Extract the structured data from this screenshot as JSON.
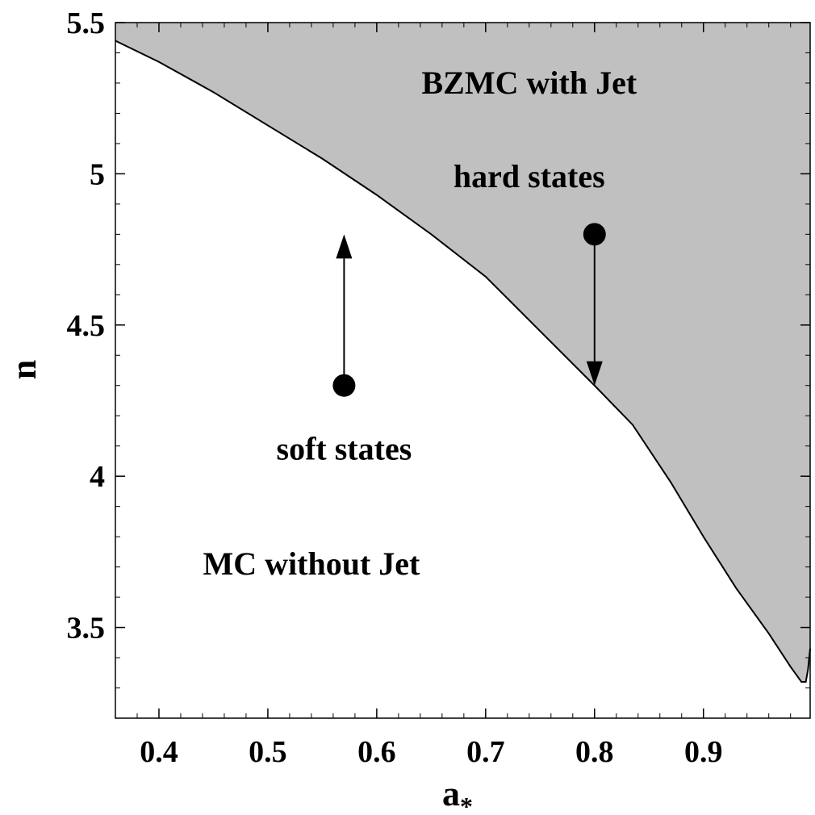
{
  "chart_data": {
    "type": "area",
    "xlabel_main": "a",
    "xlabel_sub": "*",
    "ylabel": "n",
    "xlim": [
      0.36,
      0.998
    ],
    "ylim": [
      3.2,
      5.5
    ],
    "x_ticks": [
      0.4,
      0.5,
      0.6,
      0.7,
      0.8,
      0.9
    ],
    "x_tick_labels": [
      "0.4",
      "0.5",
      "0.6",
      "0.7",
      "0.8",
      "0.9"
    ],
    "y_ticks": [
      3.5,
      4.0,
      4.5,
      5.0,
      5.5
    ],
    "y_tick_labels": [
      "3.5",
      "4",
      "4.5",
      "5",
      "5.5"
    ],
    "boundary_series": {
      "x": [
        0.36,
        0.4,
        0.45,
        0.5,
        0.55,
        0.6,
        0.65,
        0.7,
        0.75,
        0.8,
        0.835,
        0.87,
        0.9,
        0.93,
        0.96,
        0.98,
        0.99,
        0.994,
        0.996,
        0.998
      ],
      "y": [
        5.44,
        5.37,
        5.27,
        5.16,
        5.05,
        4.93,
        4.8,
        4.66,
        4.48,
        4.3,
        4.17,
        3.98,
        3.8,
        3.63,
        3.48,
        3.37,
        3.32,
        3.32,
        3.36,
        3.43
      ]
    },
    "fill_color": "#c0c0c0",
    "points": [
      {
        "x": 0.57,
        "y": 4.3,
        "arrow_to": 4.8
      },
      {
        "x": 0.8,
        "y": 4.8,
        "arrow_to": 4.3
      }
    ],
    "annotations": [
      {
        "text": "BZMC with Jet",
        "x": 0.74,
        "y": 5.3
      },
      {
        "text": "hard states",
        "x": 0.74,
        "y": 4.99
      },
      {
        "text": "soft states",
        "x": 0.57,
        "y": 4.09
      },
      {
        "text": "MC without Jet",
        "x": 0.54,
        "y": 3.71
      }
    ]
  }
}
